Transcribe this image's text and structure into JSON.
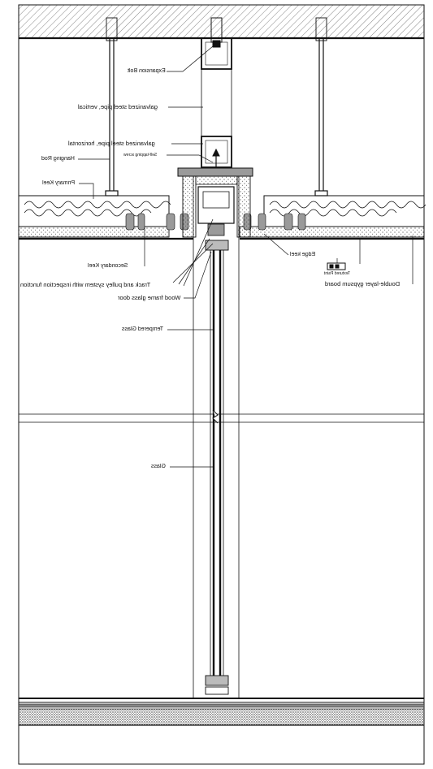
{
  "labels": {
    "expansion_bolt": "Expansion Bolt",
    "steel_pipe_vertical": "galvanized steel pipe, vertical",
    "steel_pipe_horizontal": "galvanized steel pipe, horizontal",
    "self_tapping_screw": "Self-tapping screw",
    "hanging_rod": "Hanging Rod",
    "primary_keel": "Primary Keel",
    "secondary_keel": "Secondary Keel",
    "track_pulley": "Track and pulley system with inspection function",
    "wood_frame_door": "Wood frame glass door",
    "tempered_glass": "Tempered Glass",
    "glass": "Glass",
    "edge_keel": "Edge keel",
    "textured_paint": "Textured Paint",
    "gypsum_board": "Double-layer gypsum board"
  },
  "colors": {
    "line": "#111111",
    "hatch": "#555555",
    "fill_gray": "#9a9a9a"
  }
}
